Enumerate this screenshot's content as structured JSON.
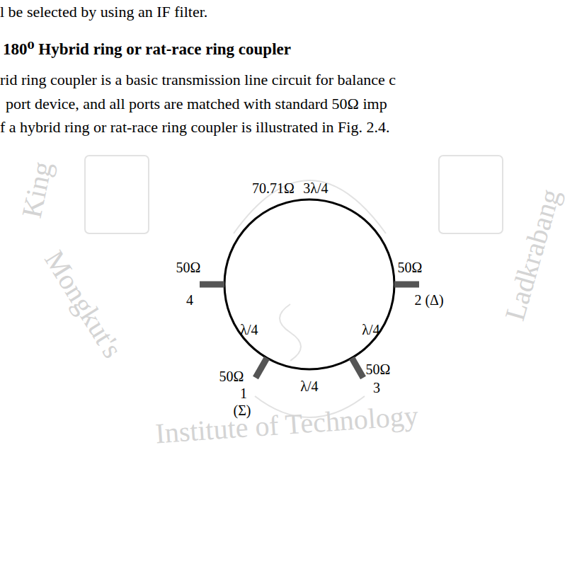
{
  "diagram": {
    "title": "180⁰ Hybrid ring or rat-race ring coupler",
    "labels": [
      "l be selected by using an IF filter.",
      "rid ring coupler is a basic transmission line circuit for balance c",
      "port device, and all ports are matched with standard 50Ω imp",
      "f a hybrid ring or rat-race ring coupler is illustrated in Fig. 2.4.",
      "70.71Ω",
      "3λ/4",
      "50Ω",
      "4",
      "50Ω",
      "2 (Δ)",
      "λ/4",
      "λ/4",
      "50Ω",
      "1",
      "(Σ)",
      "λ/4",
      "50Ω",
      "3",
      "King",
      "Mongkut's",
      "Institute of Technology",
      "Ladkrabang"
    ]
  }
}
